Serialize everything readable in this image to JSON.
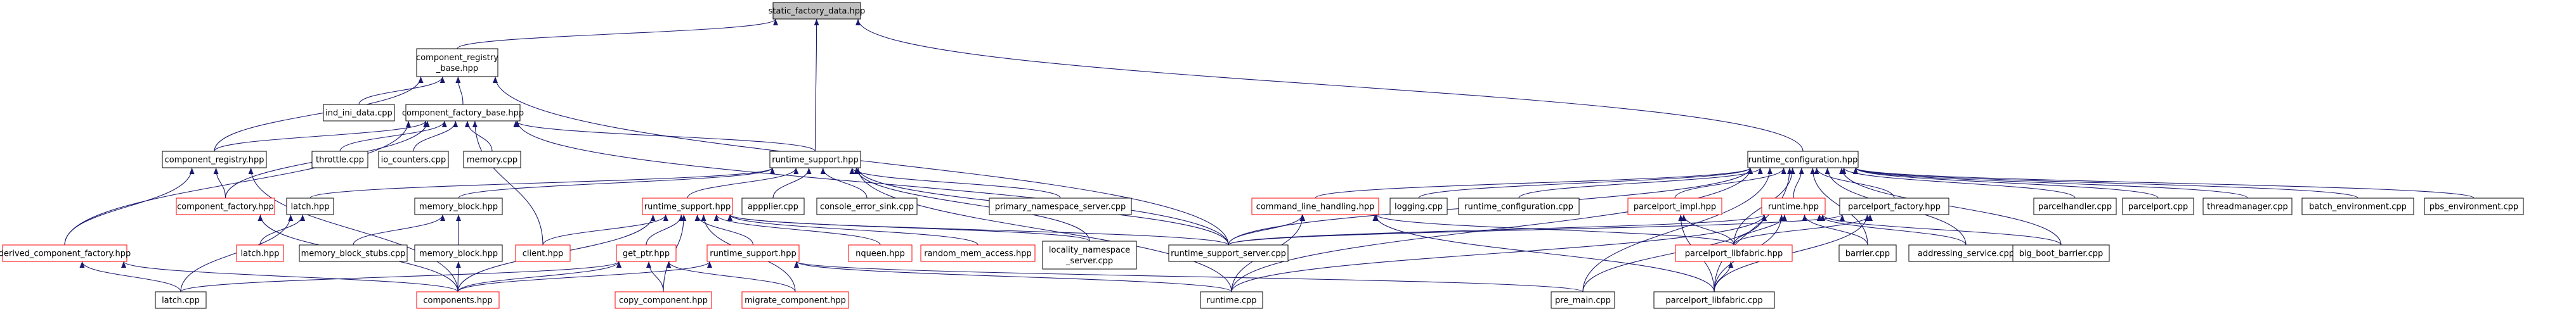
{
  "root_node": "static_factory_data.hpp",
  "colors": {
    "root_fill": "#bfbfbf",
    "node_stroke_default": "#000000",
    "node_stroke_red": "#ff0000",
    "edge": "#191970",
    "text": "#000000",
    "background": "#ffffff"
  },
  "nodes": [
    {
      "id": "static_factory_data",
      "label": "static_factory_data.hpp",
      "style": "root"
    },
    {
      "id": "component_registry_base",
      "label": [
        "component_registry",
        "_base.hpp"
      ],
      "style": "default"
    },
    {
      "id": "ind_ini_data",
      "label": "ind_ini_data.cpp",
      "style": "default"
    },
    {
      "id": "component_factory_base",
      "label": "component_factory_base.hpp",
      "style": "default"
    },
    {
      "id": "component_registry",
      "label": "component_registry.hpp",
      "style": "default"
    },
    {
      "id": "throttle",
      "label": "throttle.cpp",
      "style": "default"
    },
    {
      "id": "io_counters",
      "label": "io_counters.cpp",
      "style": "default"
    },
    {
      "id": "memory_cpp",
      "label": "memory.cpp",
      "style": "default"
    },
    {
      "id": "runtime_support_hpp_top",
      "label": "runtime_support.hpp",
      "style": "default"
    },
    {
      "id": "runtime_configuration_hpp",
      "label": "runtime_configuration.hpp",
      "style": "default"
    },
    {
      "id": "component_factory",
      "label": "component_factory.hpp",
      "style": "red"
    },
    {
      "id": "derived_component_factory",
      "label": "derived_component_factory.hpp",
      "style": "red"
    },
    {
      "id": "latch_hpp_1",
      "label": "latch.hpp",
      "style": "default"
    },
    {
      "id": "latch_hpp_2",
      "label": "latch.hpp",
      "style": "red"
    },
    {
      "id": "memory_block_hpp_1",
      "label": "memory_block.hpp",
      "style": "default"
    },
    {
      "id": "memory_block_stubs",
      "label": "memory_block_stubs.cpp",
      "style": "default"
    },
    {
      "id": "memory_block_hpp_2",
      "label": "memory_block.hpp",
      "style": "default"
    },
    {
      "id": "latch_cpp",
      "label": "latch.cpp",
      "style": "default"
    },
    {
      "id": "components_hpp",
      "label": "components.hpp",
      "style": "red"
    },
    {
      "id": "runtime_support_hpp_red",
      "label": "runtime_support.hpp",
      "style": "red"
    },
    {
      "id": "client_hpp",
      "label": "client.hpp",
      "style": "red"
    },
    {
      "id": "get_ptr",
      "label": "get_ptr.hpp",
      "style": "red"
    },
    {
      "id": "copy_component",
      "label": "copy_component.hpp",
      "style": "red"
    },
    {
      "id": "runtime_support_hpp_red2",
      "label": "runtime_support.hpp",
      "style": "red"
    },
    {
      "id": "migrate_component",
      "label": "migrate_component.hpp",
      "style": "red"
    },
    {
      "id": "nqueen",
      "label": "nqueen.hpp",
      "style": "red"
    },
    {
      "id": "random_mem_access",
      "label": "random_mem_access.hpp",
      "style": "red"
    },
    {
      "id": "appplier",
      "label": "appplier.cpp",
      "style": "default"
    },
    {
      "id": "console_error_sink",
      "label": "console_error_sink.cpp",
      "style": "default"
    },
    {
      "id": "locality_namespace_server",
      "label": [
        "locality_namespace",
        "_server.cpp"
      ],
      "style": "default"
    },
    {
      "id": "primary_namespace_server",
      "label": "primary_namespace_server.cpp",
      "style": "default"
    },
    {
      "id": "runtime_support_server",
      "label": "runtime_support_server.cpp",
      "style": "default"
    },
    {
      "id": "runtime_cpp",
      "label": "runtime.cpp",
      "style": "default"
    },
    {
      "id": "command_line_handling",
      "label": "command_line_handling.hpp",
      "style": "red"
    },
    {
      "id": "logging",
      "label": "logging.cpp",
      "style": "default"
    },
    {
      "id": "runtime_configuration_cpp",
      "label": "runtime_configuration.cpp",
      "style": "default"
    },
    {
      "id": "parcelport_impl",
      "label": "parcelport_impl.hpp",
      "style": "red"
    },
    {
      "id": "runtime_hpp",
      "label": "runtime.hpp",
      "style": "red"
    },
    {
      "id": "parcelport_factory",
      "label": "parcelport_factory.hpp",
      "style": "default"
    },
    {
      "id": "parcelhandler",
      "label": "parcelhandler.cpp",
      "style": "default"
    },
    {
      "id": "parcelport_cpp",
      "label": "parcelport.cpp",
      "style": "default"
    },
    {
      "id": "threadmanager",
      "label": "threadmanager.cpp",
      "style": "default"
    },
    {
      "id": "batch_environment",
      "label": "batch_environment.cpp",
      "style": "default"
    },
    {
      "id": "pbs_environment",
      "label": "pbs_environment.cpp",
      "style": "default"
    },
    {
      "id": "parcelport_libfabric_hpp",
      "label": "parcelport_libfabric.hpp",
      "style": "red"
    },
    {
      "id": "barrier",
      "label": "barrier.cpp",
      "style": "default"
    },
    {
      "id": "addressing_service",
      "label": "addressing_service.cpp",
      "style": "default"
    },
    {
      "id": "big_boot_barrier",
      "label": "big_boot_barrier.cpp",
      "style": "default"
    },
    {
      "id": "pre_main",
      "label": "pre_main.cpp",
      "style": "default"
    },
    {
      "id": "parcelport_libfabric_cpp",
      "label": "parcelport_libfabric.cpp",
      "style": "default"
    }
  ],
  "edges": [
    [
      "component_registry_base",
      "static_factory_data"
    ],
    [
      "runtime_support_hpp_top",
      "static_factory_data"
    ],
    [
      "runtime_configuration_hpp",
      "static_factory_data"
    ],
    [
      "ind_ini_data",
      "component_registry_base"
    ],
    [
      "component_factory_base",
      "component_registry_base"
    ],
    [
      "component_registry",
      "component_registry_base"
    ],
    [
      "runtime_support_server",
      "component_registry_base"
    ],
    [
      "component_registry",
      "component_factory_base"
    ],
    [
      "throttle",
      "component_factory_base"
    ],
    [
      "io_counters",
      "component_factory_base"
    ],
    [
      "memory_cpp",
      "component_factory_base"
    ],
    [
      "runtime_support_hpp_top",
      "component_factory_base"
    ],
    [
      "component_factory",
      "component_factory_base"
    ],
    [
      "derived_component_factory",
      "component_factory_base"
    ],
    [
      "client_hpp",
      "component_factory_base"
    ],
    [
      "runtime_support_server",
      "component_factory_base"
    ],
    [
      "component_factory",
      "component_registry"
    ],
    [
      "derived_component_factory",
      "component_registry"
    ],
    [
      "components_hpp",
      "component_registry"
    ],
    [
      "components_hpp",
      "component_factory"
    ],
    [
      "components_hpp",
      "derived_component_factory"
    ],
    [
      "latch_cpp",
      "derived_component_factory"
    ],
    [
      "latch_hpp_1",
      "runtime_support_hpp_top"
    ],
    [
      "memory_block_hpp_1",
      "runtime_support_hpp_top"
    ],
    [
      "runtime_support_hpp_red",
      "runtime_support_hpp_top"
    ],
    [
      "appplier",
      "runtime_support_hpp_top"
    ],
    [
      "console_error_sink",
      "runtime_support_hpp_top"
    ],
    [
      "primary_namespace_server",
      "runtime_support_hpp_top"
    ],
    [
      "locality_namespace_server",
      "runtime_support_hpp_top"
    ],
    [
      "runtime_support_server",
      "runtime_support_hpp_top"
    ],
    [
      "runtime_cpp",
      "runtime_support_hpp_top"
    ],
    [
      "latch_hpp_2",
      "latch_hpp_1"
    ],
    [
      "latch_cpp",
      "latch_hpp_1"
    ],
    [
      "memory_block_stubs",
      "memory_block_hpp_1"
    ],
    [
      "memory_block_hpp_2",
      "memory_block_hpp_1"
    ],
    [
      "components_hpp",
      "memory_block_hpp_2"
    ],
    [
      "client_hpp",
      "runtime_support_hpp_red"
    ],
    [
      "get_ptr",
      "runtime_support_hpp_red"
    ],
    [
      "copy_component",
      "runtime_support_hpp_red"
    ],
    [
      "runtime_support_hpp_red2",
      "runtime_support_hpp_red"
    ],
    [
      "migrate_component",
      "runtime_support_hpp_red"
    ],
    [
      "nqueen",
      "runtime_support_hpp_red"
    ],
    [
      "random_mem_access",
      "runtime_support_hpp_red"
    ],
    [
      "locality_namespace_server",
      "runtime_support_hpp_red"
    ],
    [
      "runtime_support_server",
      "runtime_support_hpp_red"
    ],
    [
      "components_hpp",
      "runtime_support_hpp_red"
    ],
    [
      "copy_component",
      "get_ptr"
    ],
    [
      "migrate_component",
      "get_ptr"
    ],
    [
      "components_hpp",
      "get_ptr"
    ],
    [
      "latch_cpp",
      "get_ptr"
    ],
    [
      "components_hpp",
      "runtime_support_hpp_red2"
    ],
    [
      "runtime_cpp",
      "runtime_support_hpp_red2"
    ],
    [
      "pre_main",
      "runtime_support_hpp_red2"
    ],
    [
      "runtime_support_server",
      "runtime_configuration_hpp"
    ],
    [
      "command_line_handling",
      "runtime_configuration_hpp"
    ],
    [
      "logging",
      "runtime_configuration_hpp"
    ],
    [
      "runtime_configuration_cpp",
      "runtime_configuration_hpp"
    ],
    [
      "parcelport_impl",
      "runtime_configuration_hpp"
    ],
    [
      "runtime_hpp",
      "runtime_configuration_hpp"
    ],
    [
      "parcelport_factory",
      "runtime_configuration_hpp"
    ],
    [
      "parcelhandler",
      "runtime_configuration_hpp"
    ],
    [
      "parcelport_cpp",
      "runtime_configuration_hpp"
    ],
    [
      "threadmanager",
      "runtime_configuration_hpp"
    ],
    [
      "batch_environment",
      "runtime_configuration_hpp"
    ],
    [
      "pbs_environment",
      "runtime_configuration_hpp"
    ],
    [
      "barrier",
      "runtime_configuration_hpp"
    ],
    [
      "addressing_service",
      "runtime_configuration_hpp"
    ],
    [
      "big_boot_barrier",
      "runtime_configuration_hpp"
    ],
    [
      "pre_main",
      "runtime_configuration_hpp"
    ],
    [
      "parcelport_libfabric_cpp",
      "runtime_configuration_hpp"
    ],
    [
      "parcelport_libfabric_hpp",
      "runtime_configuration_hpp"
    ],
    [
      "runtime_cpp",
      "runtime_configuration_hpp"
    ],
    [
      "runtime_support_server",
      "command_line_handling"
    ],
    [
      "runtime_cpp",
      "command_line_handling"
    ],
    [
      "parcelport_libfabric_cpp",
      "command_line_handling"
    ],
    [
      "parcelport_libfabric_hpp",
      "command_line_handling"
    ],
    [
      "parcelport_libfabric_hpp",
      "parcelport_impl"
    ],
    [
      "parcelport_libfabric_cpp",
      "parcelport_impl"
    ],
    [
      "runtime_support_server",
      "runtime_hpp"
    ],
    [
      "parcelport_libfabric_hpp",
      "runtime_hpp"
    ],
    [
      "barrier",
      "runtime_hpp"
    ],
    [
      "addressing_service",
      "runtime_hpp"
    ],
    [
      "big_boot_barrier",
      "runtime_hpp"
    ],
    [
      "pre_main",
      "runtime_hpp"
    ],
    [
      "parcelport_libfabric_cpp",
      "runtime_hpp"
    ],
    [
      "runtime_cpp",
      "runtime_hpp"
    ],
    [
      "parcelport_libfabric_hpp",
      "parcelport_factory"
    ],
    [
      "parcelport_libfabric_cpp",
      "parcelport_factory"
    ],
    [
      "runtime_support_server",
      "parcelport_factory"
    ],
    [
      "parcelport_libfabric_cpp",
      "parcelport_libfabric_hpp"
    ]
  ]
}
